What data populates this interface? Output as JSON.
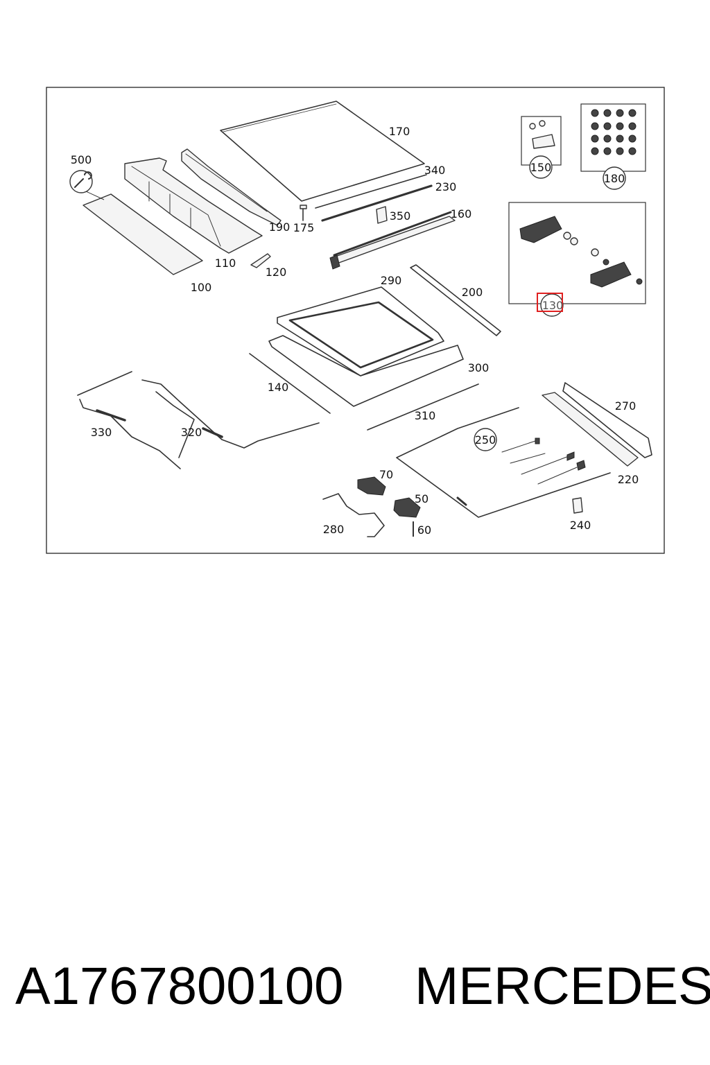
{
  "diagram": {
    "labels": {
      "l100": "100",
      "l110": "110",
      "l120": "120",
      "l140": "140",
      "l160": "160",
      "l170": "170",
      "l175": "175",
      "l190": "190",
      "l200": "200",
      "l220": "220",
      "l230": "230",
      "l240": "240",
      "l270": "270",
      "l280": "280",
      "l290": "290",
      "l300": "300",
      "l310": "310",
      "l320": "320",
      "l330": "330",
      "l340": "340",
      "l350": "350",
      "l500": "500",
      "l50": "50",
      "l60": "60",
      "l70": "70"
    },
    "callouts": {
      "c130": "130",
      "c150": "150",
      "c180": "180",
      "c250": "250"
    },
    "highlight_color": "#e02020"
  },
  "footer": {
    "part_number": "A1767800100",
    "brand": "MERCEDES"
  }
}
